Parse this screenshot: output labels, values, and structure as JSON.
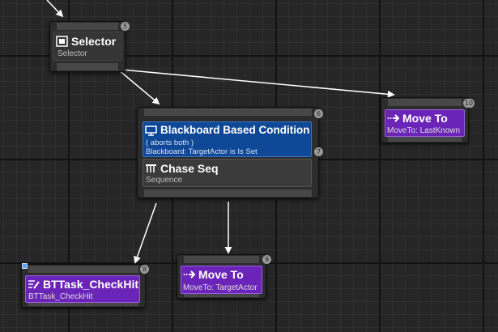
{
  "nodes": {
    "selector": {
      "badge": "5",
      "title": "Selector",
      "subtitle": "Selector",
      "icon": "composite-selector-icon"
    },
    "chase": {
      "badge_top": "6",
      "badge_decorator": "7",
      "decorator_title": "Blackboard Based Condition",
      "decorator_line1": "( aborts both )",
      "decorator_line2": "Blackboard: TargetActor is Is Set",
      "title": "Chase Seq",
      "subtitle": "Sequence",
      "decorator_icon": "monitor-icon",
      "icon": "sequence-icon"
    },
    "moveto_lastknown": {
      "badge": "10",
      "title": "Move To",
      "subtitle": "MoveTo: LastKnown",
      "icon": "move-arrow-icon"
    },
    "checkhit": {
      "badge": "8",
      "title": "BTTask_CheckHit",
      "subtitle": "BTTask_CheckHit",
      "icon": "task-edit-icon"
    },
    "moveto_target": {
      "badge": "9",
      "title": "Move To",
      "subtitle": "MoveTo: TargetActor",
      "icon": "move-arrow-icon"
    }
  },
  "colors": {
    "task": "#6b24b8",
    "decorator": "#0f4896",
    "composite": "#3d3d3d",
    "wire": "#ffffff"
  }
}
